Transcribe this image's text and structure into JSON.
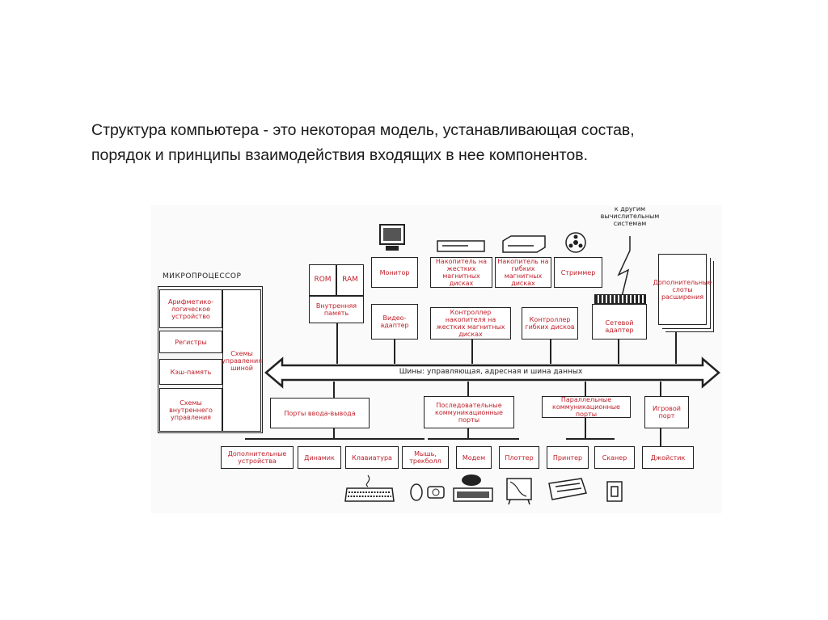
{
  "caption": {
    "line1": "Структура компьютера - это некоторая модель, устанавливающая состав,",
    "line2": "порядок и принципы взаимодействия входящих в нее компонентов."
  },
  "diagram": {
    "microprocessor": {
      "title": "МИКРОПРОЦЕССОР",
      "alu": "Арифметико-логическое устройство",
      "registers": "Регистры",
      "cache": "Кэш-память",
      "internal_control": "Схемы внутреннего управления",
      "bus_control": "Схемы управления шиной"
    },
    "memory": {
      "rom": "ROM",
      "ram": "RAM",
      "internal": "Внутренняя память"
    },
    "top_row": {
      "monitor": "Монитор",
      "hdd": "Накопитель на жестких магнитных дисках",
      "fdd": "Накопитель на гибких магнитных дисках",
      "streamer": "Стриммер",
      "network_note": "к другим вычислительным системам",
      "expansion": "Дополнительные слоты расширения"
    },
    "controllers": {
      "video": "Видео-адаптер",
      "hdd_ctrl": "Контроллер накопителя на жестких магнитных дисках",
      "fdd_ctrl": "Контроллер гибких дисков",
      "net": "Сетевой адаптер"
    },
    "bus": "Шины: управляющая, адресная и шина данных",
    "ports": {
      "io": "Порты ввода-вывода",
      "serial": "Последовательные коммуникационные порты",
      "parallel": "Параллельные коммуникационные порты",
      "game": "Игровой порт"
    },
    "devices": {
      "extra": "Дополнительные устройства",
      "speaker": "Динамик",
      "keyboard": "Клавиатура",
      "mouse": "Мышь, трекболл",
      "modem": "Модем",
      "plotter": "Плоттер",
      "printer": "Принтер",
      "scanner": "Сканер",
      "joystick": "Джойстик"
    }
  }
}
